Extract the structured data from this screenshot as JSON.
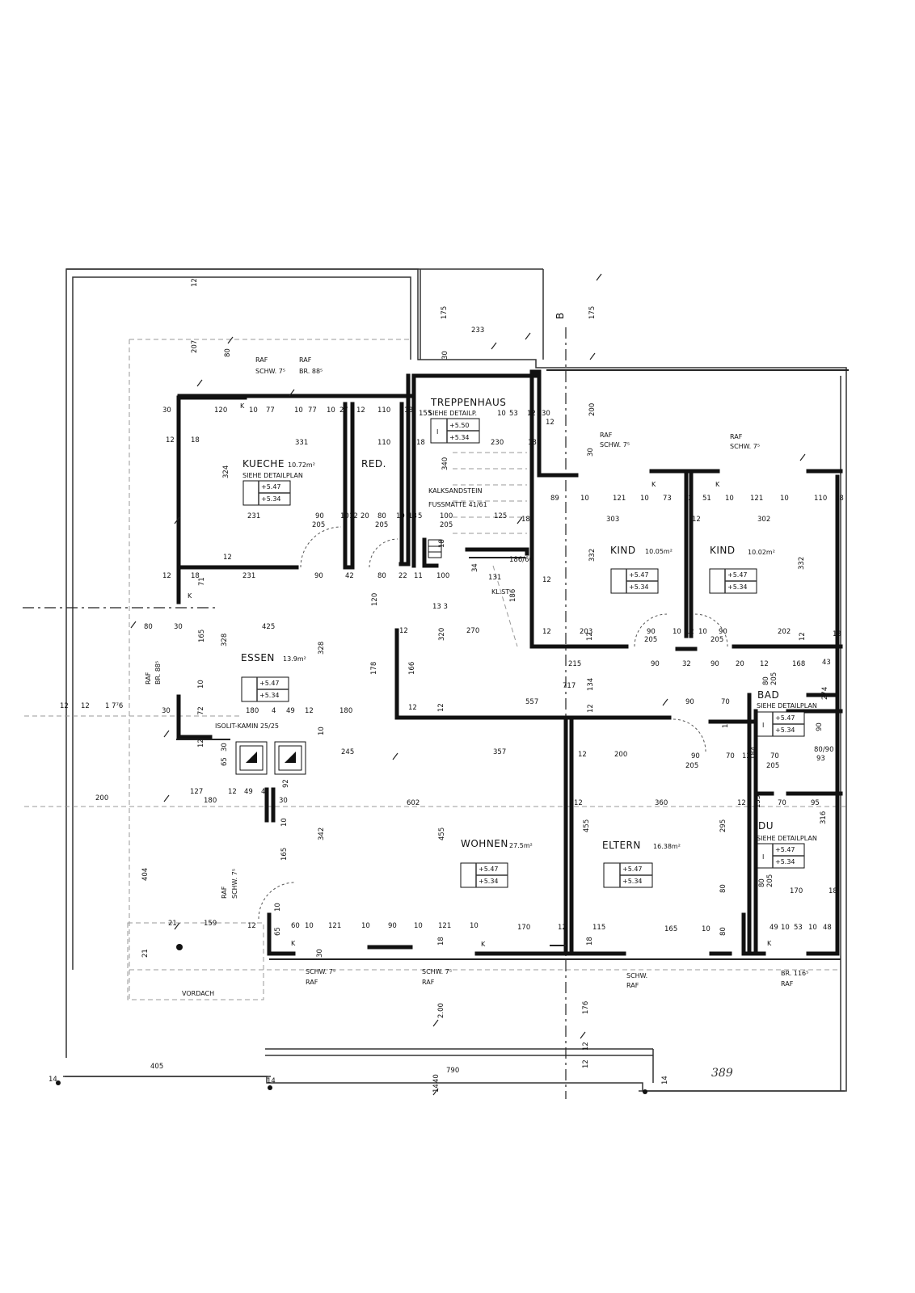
{
  "rooms": [
    {
      "name": "KUECHE",
      "area": "10.72m²",
      "note": "SIEHE DETAILPLAN",
      "levels": [
        "+5.47",
        "+5.34"
      ]
    },
    {
      "name": "RED.",
      "area": ""
    },
    {
      "name": "TREPPENHAUS",
      "note": "SIEHE DETAILP.",
      "levels": [
        "+5.50",
        "+5.34"
      ]
    },
    {
      "name": "KIND",
      "area": "10.05m²",
      "levels": [
        "+5.47",
        "+5.34"
      ]
    },
    {
      "name": "KIND",
      "area": "10.02m²",
      "levels": [
        "+5.47",
        "+5.34"
      ]
    },
    {
      "name": "ESSEN",
      "area": "13.9m²",
      "levels": [
        "+5.47",
        "+5.34"
      ]
    },
    {
      "name": "BAD",
      "note": "SIEHE DETAILPLAN",
      "levels": [
        "+5.47",
        "+5.34"
      ]
    },
    {
      "name": "WOHNEN",
      "area": "27.5m²",
      "levels": [
        "+5.47",
        "+5.34"
      ]
    },
    {
      "name": "ELTERN",
      "area": "16.38m²",
      "levels": [
        "+5.47",
        "+5.34"
      ]
    },
    {
      "name": "DU",
      "note": "SIEHE DETAILPLAN",
      "levels": [
        "+5.47",
        "+5.34"
      ]
    }
  ],
  "labels": {
    "kalksandstein": "KALKSANDSTEIN",
    "fussmatte": "FUSSMATTE 41/61",
    "klst": "KL.ST",
    "kamin": "ISOLIT-KAMIN 25/25",
    "vordach": "VORDACH",
    "raf": "RAF",
    "schw": "SCHW.",
    "schw75": "SCHW. 7⁵",
    "br885": "BR. 88⁵",
    "br1165": "BR. 116⁵",
    "axis_b": "B",
    "door_k": "K",
    "handwritten": "389",
    "i": "I"
  },
  "dimensions": {
    "d12": "12",
    "d18": "18",
    "d30": "30",
    "d207": "207",
    "d80": "80",
    "d175": "175",
    "d233": "233",
    "d120": "120",
    "d10": "10",
    "d77": "77",
    "d27": "27",
    "d110": "110",
    "d155": "155",
    "d53": "53",
    "d200": "200",
    "d331": "331",
    "d324": "324",
    "d340": "340",
    "d230": "230",
    "d89": "89",
    "d121": "121",
    "d73": "73",
    "d51": "51",
    "d303": "303",
    "d302": "302",
    "d231": "231",
    "d90": "90",
    "d205": "205",
    "d100": "100",
    "d125": "125",
    "d20": "20",
    "d42": "42",
    "d22": "22",
    "d11": "11",
    "d34": "34",
    "d131": "131",
    "d186": "186",
    "d186_60": "186/60",
    "d332": "332",
    "d71": "71",
    "d425": "425",
    "d328": "328",
    "d165": "165",
    "d320": "320",
    "d270": "270",
    "d13_3": "13 3",
    "d203": "203",
    "d202": "202",
    "d178": "178",
    "d166": "166",
    "d215": "215",
    "d717": "717",
    "d134": "134",
    "d32": "32",
    "d168": "168",
    "d43": "43",
    "d557": "557",
    "d274": "274",
    "d72": "72",
    "d180": "180",
    "d4": "4",
    "d49": "49",
    "d25_25": "25/25",
    "d65": "65",
    "d245": "245",
    "d357": "357",
    "d80_90": "80/90",
    "d93": "93",
    "d70": "70",
    "d184": "184",
    "d127": "127",
    "d92": "92",
    "d602": "602",
    "d360": "360",
    "d135": "135",
    "d95": "95",
    "d316": "316",
    "d295": "295",
    "d455": "455",
    "d342": "342",
    "d404": "404",
    "d170": "170",
    "d21": "21",
    "d159": "159",
    "d60": "60",
    "d115": "115",
    "d48": "48",
    "d176": "176",
    "d200b": "2.00",
    "d405": "405",
    "d790": "790",
    "d14": "14",
    "d40": "40",
    "d1776": "1 7⁷6",
    "d5": "5"
  }
}
